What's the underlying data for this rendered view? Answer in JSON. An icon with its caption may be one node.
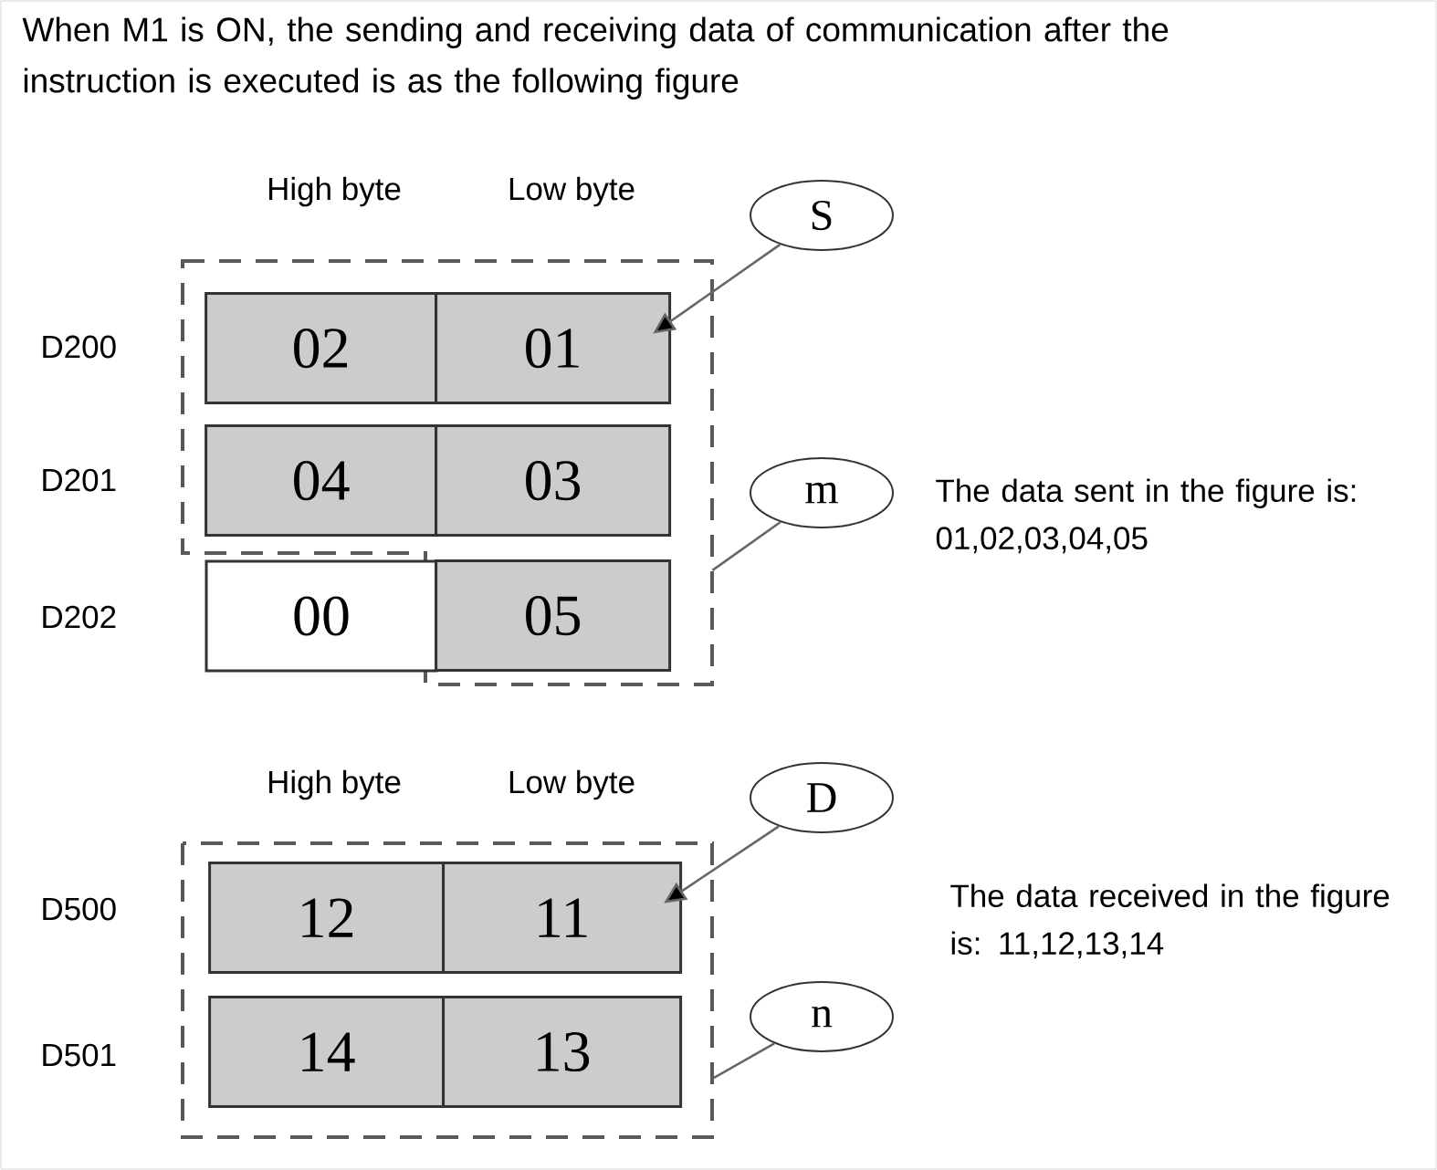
{
  "diagram": {
    "title": "When M1 is ON, the sending and receiving data of communication after the instruction is executed is as the following figure",
    "nodes": [
      {
        "text": [],
        "shape": "polygon"
      },
      {
        "text": [
          "S"
        ]
      },
      {
        "text": [
          "02"
        ],
        "in": 0
      },
      {
        "text": [
          "01"
        ],
        "in": 0
      },
      {
        "text": [
          "04"
        ],
        "in": 0
      },
      {
        "text": [
          "03"
        ],
        "in": 0
      },
      {
        "text": [
          "m"
        ]
      },
      {
        "text": [
          "00"
        ]
      },
      {
        "text": [
          "05"
        ],
        "in": 0
      },
      {
        "text": [
          "D"
        ]
      },
      {
        "text": [],
        "shape": "box"
      },
      {
        "text": [
          "12"
        ],
        "in": 10
      },
      {
        "text": [
          "11"
        ],
        "in": 10
      },
      {
        "text": [
          "n"
        ]
      },
      {
        "text": [
          "14"
        ],
        "in": 10
      },
      {
        "text": [
          "13"
        ],
        "in": 10
      }
    ],
    "edges": [
      {
        "from": 1,
        "to": 3,
        "arrow": "to"
      },
      {
        "from": 6,
        "to": 0,
        "arrow": "none"
      },
      {
        "from": 9,
        "to": 12,
        "arrow": "to"
      },
      {
        "from": 13,
        "to": 10,
        "arrow": "none"
      }
    ],
    "labels": [
      "High byte",
      "Low byte",
      "D200",
      "D201",
      "D202",
      "The data sent in the figure is: 01,02,03,04,05",
      "High byte",
      "Low byte",
      "D500",
      "D501",
      "The data received in the figure is: 11,12,13,14"
    ]
  }
}
